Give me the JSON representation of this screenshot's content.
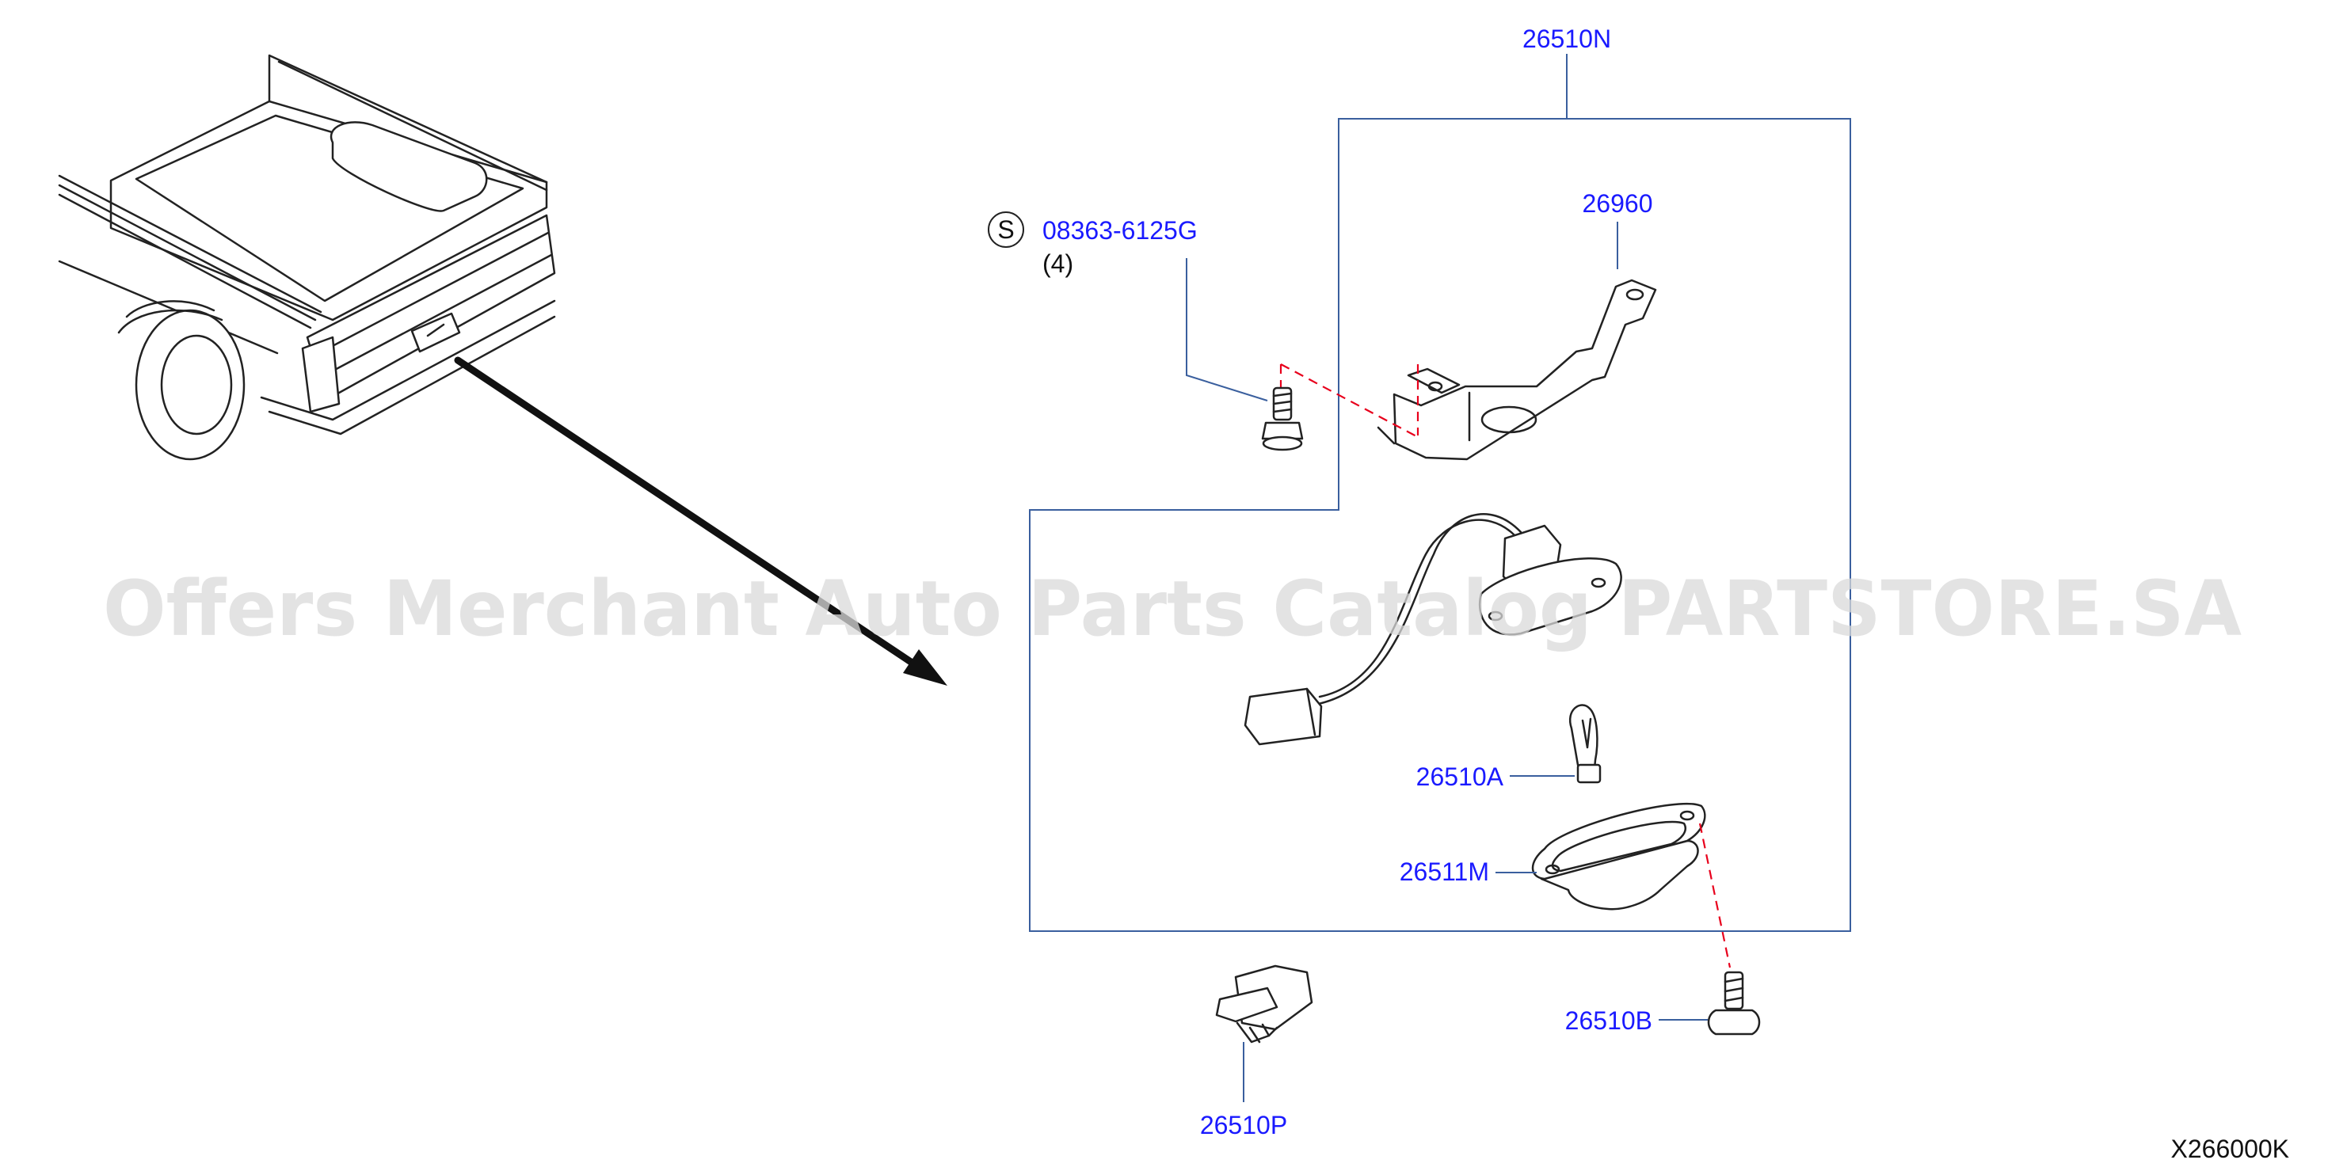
{
  "assembly_label": "26510N",
  "parts": {
    "bracket": "26960",
    "screw_code": "08363-6125G",
    "screw_symbol": "S",
    "screw_qty": "(4)",
    "bulb": "26510A",
    "lamp_body": "26511M",
    "clip": "26510P",
    "screw": "26510B"
  },
  "diagram_id": "X266000K",
  "watermark": "Offers Merchant Auto Parts Catalog PARTSTORE.SA",
  "colors": {
    "label": "#1a1aff",
    "leader": "#3a5f9e",
    "dash": "#e8001c",
    "watermark": "#d9d9d9"
  }
}
